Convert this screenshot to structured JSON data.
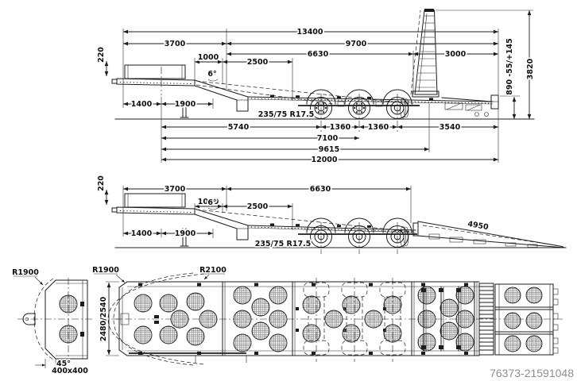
{
  "watermark": "76373-21591048",
  "colors": {
    "line": "#1c1c1c",
    "watermark": "#8f8f8f",
    "background": "#ffffff"
  },
  "side_view_ramp_raised": {
    "overall_length": "13400",
    "front_section": "3700",
    "rear_section": "9700",
    "deck_length": "6630",
    "ramp_length_upright": "3000",
    "rail_height": "220",
    "neck_offset": "1000",
    "slope_length": "2500",
    "deck_angle": "6°",
    "front_overhang": "1400",
    "drawbar_length": "1900",
    "tyres": "235/75 R17.5",
    "first_axle_distance": "5740",
    "axle_spacing_1": "1360",
    "axle_spacing_2": "1360",
    "rear_overhang": "3540",
    "length_7100": "7100",
    "length_9615": "9615",
    "length_12000": "12000",
    "deck_height": "890 -55/+145",
    "overall_height": "3820"
  },
  "side_view_ramp_lowered": {
    "front_section": "3700",
    "deck_length": "6630",
    "rail_height": "220",
    "neck_offset": "1000",
    "slope_length": "2500",
    "deck_angle": "6°",
    "front_overhang": "1400",
    "drawbar_length": "1900",
    "tyres": "235/75 R17.5",
    "ramp_length": "4950"
  },
  "front_detail_view": {
    "swing_radius": "R1900",
    "chamfer_angle": "45°",
    "chamfer_size": "400x400"
  },
  "plan_view": {
    "front_radius": "R1900",
    "swing_radius": "R2100",
    "deck_width": "2480/2540"
  }
}
